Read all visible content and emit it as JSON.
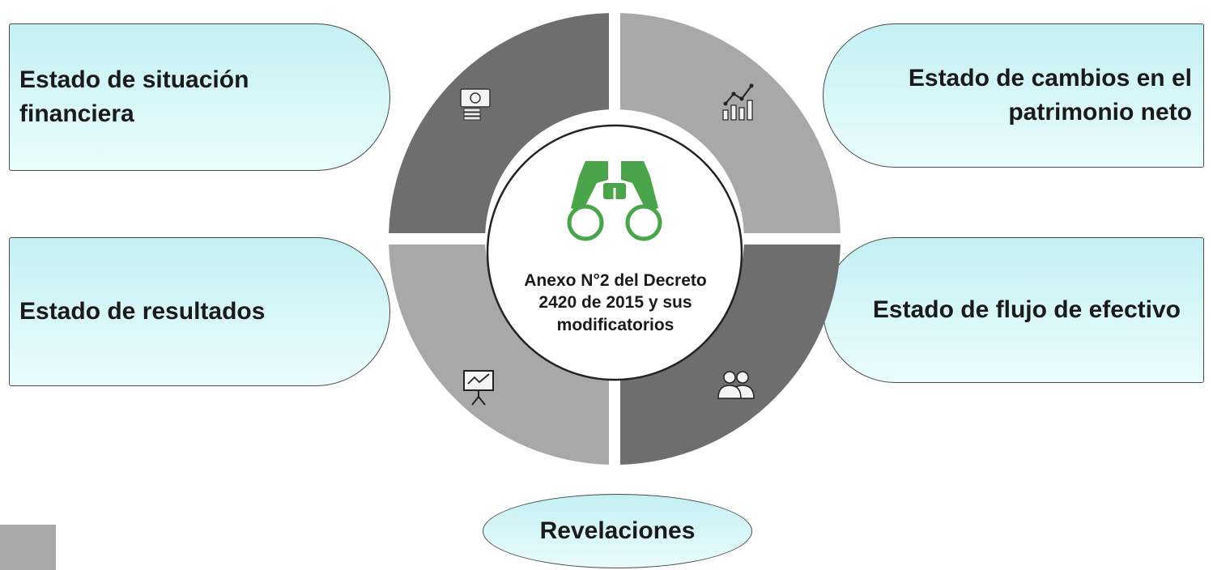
{
  "boxes": {
    "situacion_financiera": {
      "line1": "Estado de situación",
      "line2": "financiera"
    },
    "cambios_patrimonio": {
      "line1": "Estado de cambios en el",
      "line2": "patrimonio neto"
    },
    "resultados": {
      "line1": "Estado de resultados"
    },
    "flujo_efectivo": {
      "line1": "Estado de flujo de efectivo"
    }
  },
  "center": {
    "line1": "Anexo N°2 del Decreto",
    "line2": "2420 de 2015 y sus",
    "line3": "modificatorios",
    "icon": "binoculars-icon"
  },
  "bottom": {
    "label": "Revelaciones"
  },
  "segment_icons": [
    "money-icon",
    "growth-chart-icon",
    "presentation-board-icon",
    "users-icon"
  ],
  "colors": {
    "box_fill": "#c4f0f3",
    "segment_dark": "#6e6e6e",
    "segment_light": "#a8a8a8",
    "icon_green": "#4aa54a"
  }
}
